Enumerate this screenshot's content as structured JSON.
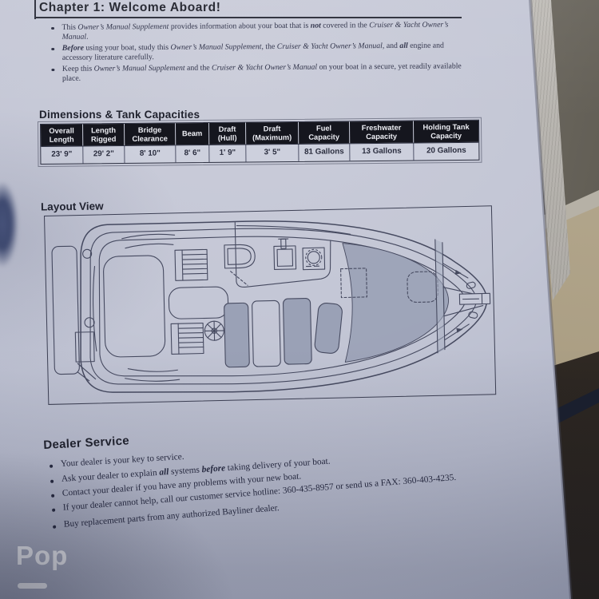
{
  "page": {
    "chapter_title": "Chapter 1: Welcome Aboard!",
    "welcome_bullets": [
      {
        "segments": [
          {
            "t": "This "
          },
          {
            "t": "Owner’s Manual Supplement",
            "s": "i"
          },
          {
            "t": " provides information about your boat that is "
          },
          {
            "t": "not",
            "s": "bi"
          },
          {
            "t": " covered in the "
          },
          {
            "t": "Cruiser & Yacht Owner’s Manual",
            "s": "i"
          },
          {
            "t": "."
          }
        ]
      },
      {
        "segments": [
          {
            "t": "Before",
            "s": "bi"
          },
          {
            "t": " using your boat, study this "
          },
          {
            "t": "Owner’s Manual Supplement",
            "s": "i"
          },
          {
            "t": ", the "
          },
          {
            "t": "Cruiser & Yacht Owner’s Manual",
            "s": "i"
          },
          {
            "t": ", and "
          },
          {
            "t": "all",
            "s": "bi"
          },
          {
            "t": " engine and accessory literature carefully."
          }
        ]
      },
      {
        "segments": [
          {
            "t": "Keep this "
          },
          {
            "t": "Owner’s Manual Supplement",
            "s": "i"
          },
          {
            "t": " and the "
          },
          {
            "t": "Cruiser & Yacht Owner’s Manual",
            "s": "i"
          },
          {
            "t": " on your boat in a secure, yet readily available place."
          }
        ]
      }
    ],
    "dimensions": {
      "heading": "Dimensions & Tank Capacities",
      "columns": [
        {
          "header": "Overall\nLength",
          "value": "23' 9\""
        },
        {
          "header": "Length\nRigged",
          "value": "29' 2\""
        },
        {
          "header": "Bridge\nClearance",
          "value": "8' 10\""
        },
        {
          "header": "Beam",
          "value": "8' 6\""
        },
        {
          "header": "Draft\n(Hull)",
          "value": "1' 9\""
        },
        {
          "header": "Draft\n(Maximum)",
          "value": "3' 5\""
        },
        {
          "header": "Fuel\nCapacity",
          "value": "81 Gallons"
        },
        {
          "header": "Freshwater\nCapacity",
          "value": "13 Gallons"
        },
        {
          "header": "Holding Tank\nCapacity",
          "value": "20 Gallons"
        }
      ]
    },
    "layout": {
      "heading": "Layout View",
      "diagram_alt": "Top-view boat floor plan line drawing"
    },
    "dealer": {
      "heading": "Dealer Service",
      "bullets": [
        {
          "segments": [
            {
              "t": "Your dealer is your key to service."
            }
          ]
        },
        {
          "segments": [
            {
              "t": "Ask your dealer to explain "
            },
            {
              "t": "all",
              "s": "bi"
            },
            {
              "t": " systems "
            },
            {
              "t": "before",
              "s": "bi"
            },
            {
              "t": " taking delivery of your boat."
            }
          ]
        },
        {
          "segments": [
            {
              "t": "Contact your dealer if you have any problems with your new boat."
            }
          ]
        },
        {
          "segments": [
            {
              "t": "If your dealer cannot help, call our customer service hotline: 360-435-8957 or send us a FAX: 360-403-4235."
            }
          ]
        },
        {
          "segments": [
            {
              "t": "Buy replacement parts from any authorized Bayliner dealer."
            }
          ]
        }
      ]
    }
  },
  "watermark": {
    "label": "Pop"
  },
  "colors": {
    "paper": "#c3c6d6",
    "ink": "#2e3148",
    "heading": "#20222e",
    "table_header_bg": "#15161e",
    "table_header_text": "#edeef4",
    "diagram_line": "#464a60",
    "watermark": "#f3f4f8"
  }
}
